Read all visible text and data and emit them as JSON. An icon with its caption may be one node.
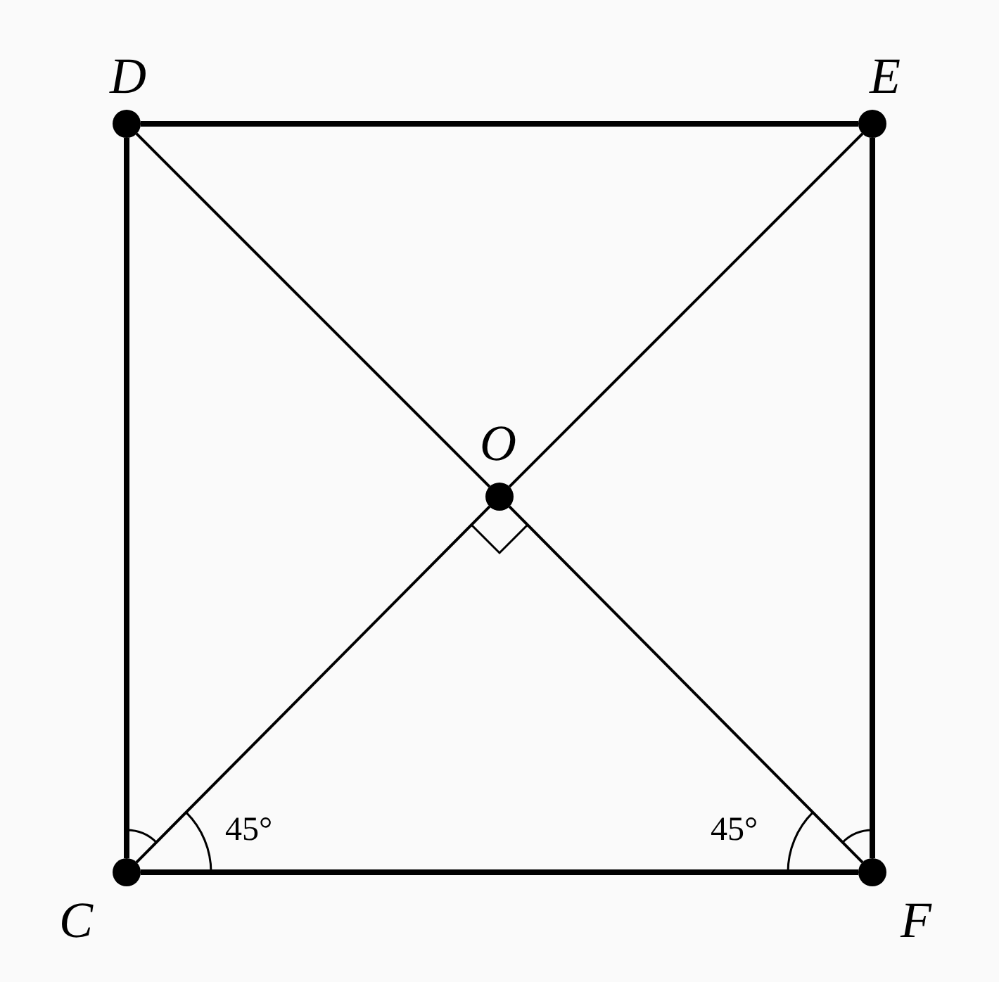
{
  "diagram": {
    "nodes": [
      {
        "text": [
          "D"
        ]
      },
      {
        "text": [
          "E"
        ]
      },
      {
        "text": [
          "O"
        ]
      },
      {
        "text": [
          "C"
        ]
      },
      {
        "text": [
          "F"
        ]
      }
    ],
    "edges": [
      {
        "from": 0,
        "to": 1,
        "arrow": "none",
        "style": "thick"
      },
      {
        "from": 1,
        "to": 4,
        "arrow": "none",
        "style": "thick"
      },
      {
        "from": 3,
        "to": 4,
        "arrow": "none",
        "style": "thick"
      },
      {
        "from": 0,
        "to": 3,
        "arrow": "none",
        "style": "thick"
      },
      {
        "from": 0,
        "to": 2,
        "arrow": "none"
      },
      {
        "from": 2,
        "to": 4,
        "arrow": "none"
      },
      {
        "from": 3,
        "to": 2,
        "arrow": "none"
      },
      {
        "from": 2,
        "to": 1,
        "arrow": "none"
      }
    ],
    "labels": [
      "45°",
      "45°"
    ]
  }
}
